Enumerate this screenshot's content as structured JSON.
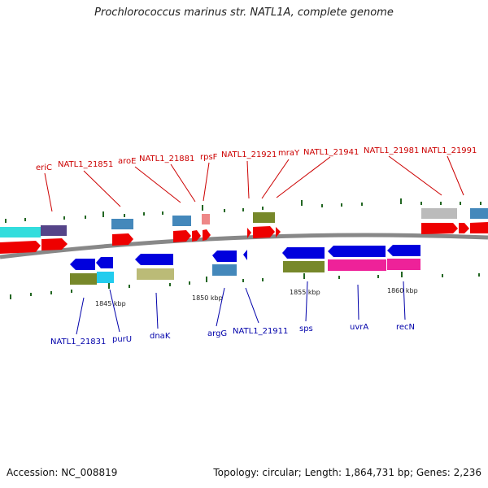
{
  "title": "Prochlorococcus marinus str. NATL1A, complete genome",
  "accession_text": "Accession: NC_008819",
  "summary_text": "Topology: circular; Length: 1,864,731 bp; Genes: 2,236",
  "colors": {
    "label_top": "#cc0000",
    "label_bottom": "#0000aa",
    "backbone": "#888888",
    "tick": "#226622"
  },
  "top_labels": [
    "eriC",
    "NATL1_21851",
    "aroE",
    "NATL1_21881",
    "rpsF",
    "NATL1_21921",
    "mraY",
    "NATL1_21941",
    "NATL1_21981",
    "NATL1_21991"
  ],
  "bottom_labels": [
    "NATL1_21831",
    "purU",
    "dnaK",
    "argG",
    "NATL1_21911",
    "sps",
    "uvrA",
    "recN"
  ],
  "scale_labels": [
    "1845 kbp",
    "1850 kbp",
    "1855 kbp",
    "1860 kbp"
  ]
}
